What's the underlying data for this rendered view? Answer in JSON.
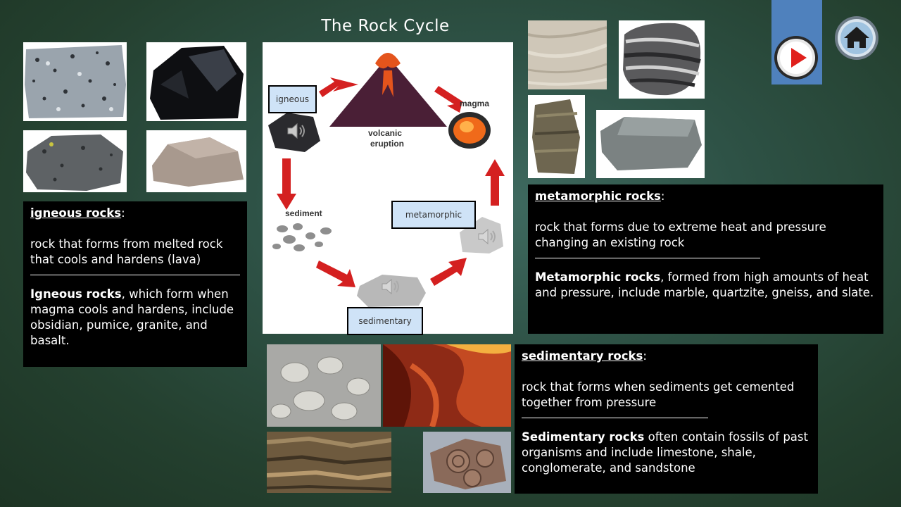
{
  "title": "The Rock Cycle",
  "diagram": {
    "labels": {
      "igneous": "igneous",
      "metamorphic": "metamorphic",
      "sedimentary": "sedimentary"
    },
    "captions": {
      "volcanic": "volcanic",
      "eruption": "eruption",
      "magma": "magma",
      "sediment": "sediment"
    }
  },
  "igneous_box": {
    "heading": "igneous rocks",
    "colon": ":",
    "definition": "rock that forms from melted rock that cools and hardens (lava)",
    "bold_term": "Igneous rocks",
    "rest": ", which form when magma cools and hardens, include obsidian, pumice, granite, and basalt."
  },
  "metamorphic_box": {
    "heading": "metamorphic rocks",
    "colon": ":",
    "definition": "rock that forms due to extreme heat and pressure changing an existing rock",
    "bold_term": "Metamorphic rocks",
    "rest": ", formed from high amounts of heat and pressure, include marble, quartzite, gneiss, and slate."
  },
  "sedimentary_box": {
    "heading": "sedimentary rocks",
    "colon": ":",
    "definition": "rock that forms when sediments get cemented together from pressure",
    "bold_term": "Sedimentary rocks",
    "rest": " often contain fossils of past organisms and include limestone, shale, conglomerate, and sandstone"
  },
  "icons": {
    "play": "play-icon",
    "home": "home-icon",
    "speaker": "speaker-icon"
  },
  "colors": {
    "nav_bar": "#4f81bd",
    "label_fill": "#cfe3f7",
    "arrow_red": "#d42020",
    "play_red": "#e0201c"
  }
}
